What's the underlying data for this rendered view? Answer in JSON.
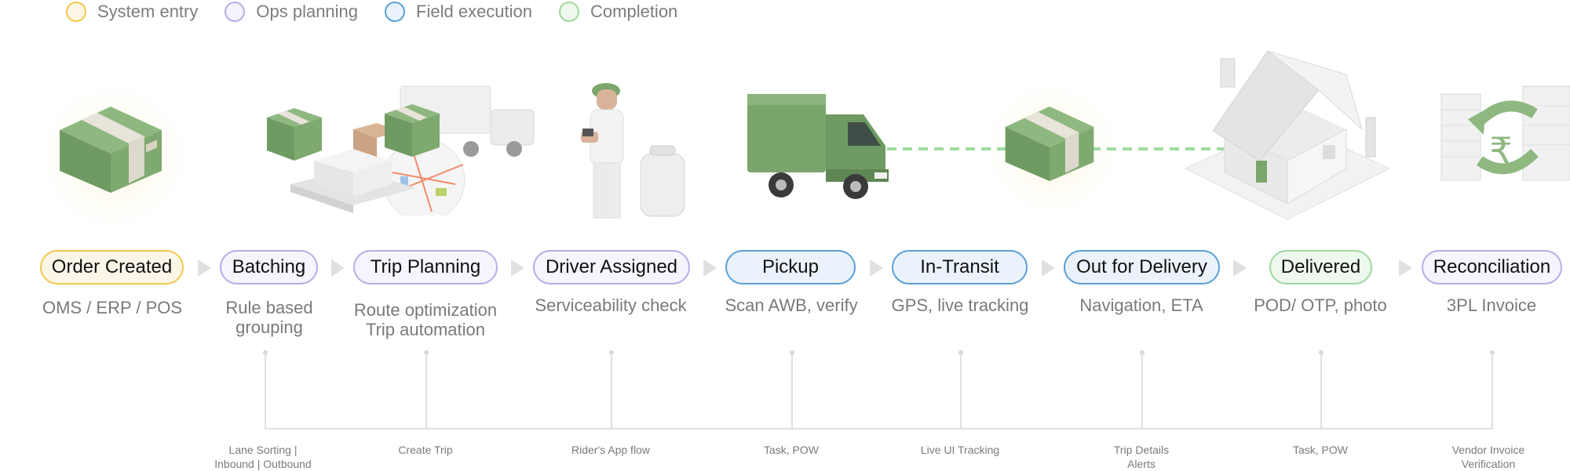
{
  "legend": [
    {
      "label": "System entry",
      "color": "#f2c94c",
      "fill": "#fcf6e6"
    },
    {
      "label": "Ops planning",
      "color": "#b4aee8",
      "fill": "#f4f2fc"
    },
    {
      "label": "Field execution",
      "color": "#5aa0d8",
      "fill": "#eaf3fb"
    },
    {
      "label": "Completion",
      "color": "#9ed8a0",
      "fill": "#eef9ee"
    }
  ],
  "stages": [
    {
      "label": "Order Created",
      "category": "System entry",
      "system": "OMS / ERP / POS",
      "action": ""
    },
    {
      "label": "Batching",
      "category": "Ops planning",
      "system": "Rule based grouping",
      "action": "Lane Sorting | Inbound | Outbound"
    },
    {
      "label": "Trip Planning",
      "category": "Ops planning",
      "system": "Route optimization Trip automation",
      "action": "Create Trip"
    },
    {
      "label": "Driver Assigned",
      "category": "Ops planning",
      "system": "Serviceability check",
      "action": "Rider's App flow"
    },
    {
      "label": "Pickup",
      "category": "Field execution",
      "system": "Scan AWB, verify",
      "action": "Task, POW"
    },
    {
      "label": "In-Transit",
      "category": "Field execution",
      "system": "GPS, live tracking",
      "action": "Live UI Tracking"
    },
    {
      "label": "Out for Delivery",
      "category": "Field execution",
      "system": "Navigation, ETA",
      "action": "Trip Details Alerts"
    },
    {
      "label": "Delivered",
      "category": "Completion",
      "system": "POD/ OTP, photo",
      "action": "Task, POW"
    },
    {
      "label": "Reconciliation",
      "category": "Ops planning",
      "system": "3PL Invoice",
      "action": "Vendor Invoice Verification"
    }
  ],
  "texts": {
    "s0": "OMS / ERP / POS",
    "s1a": "Rule based",
    "s1b": "grouping",
    "s2a": "Route optimization",
    "s2b": "Trip automation",
    "s3": "Serviceability check",
    "s4": "Scan AWB, verify",
    "s5": "GPS, live tracking",
    "s6": "Navigation, ETA",
    "s7": "POD/ OTP, photo",
    "s8": "3PL Invoice",
    "f1a": "Lane Sorting |",
    "f1b": "Inbound | Outbound",
    "f2": "Create Trip",
    "f3": "Rider's App flow",
    "f4": "Task, POW",
    "f5": "Live UI Tracking",
    "f6a": "Trip Details",
    "f6b": "Alerts",
    "f7": "Task, POW",
    "f8a": "Vendor Invoice",
    "f8b": "Verification",
    "rupee": "₹"
  },
  "colors": {
    "box_green": "#7aa56b",
    "truck_green": "#6f9b62",
    "dash_green": "#9fdca0",
    "line_gray": "#e0e0e0"
  },
  "icons": [
    "parcel-box-icon",
    "stacked-parcels-map-icon",
    "delivery-rider-icon",
    "delivery-truck-icon",
    "house-icon",
    "invoice-rupee-icon"
  ]
}
